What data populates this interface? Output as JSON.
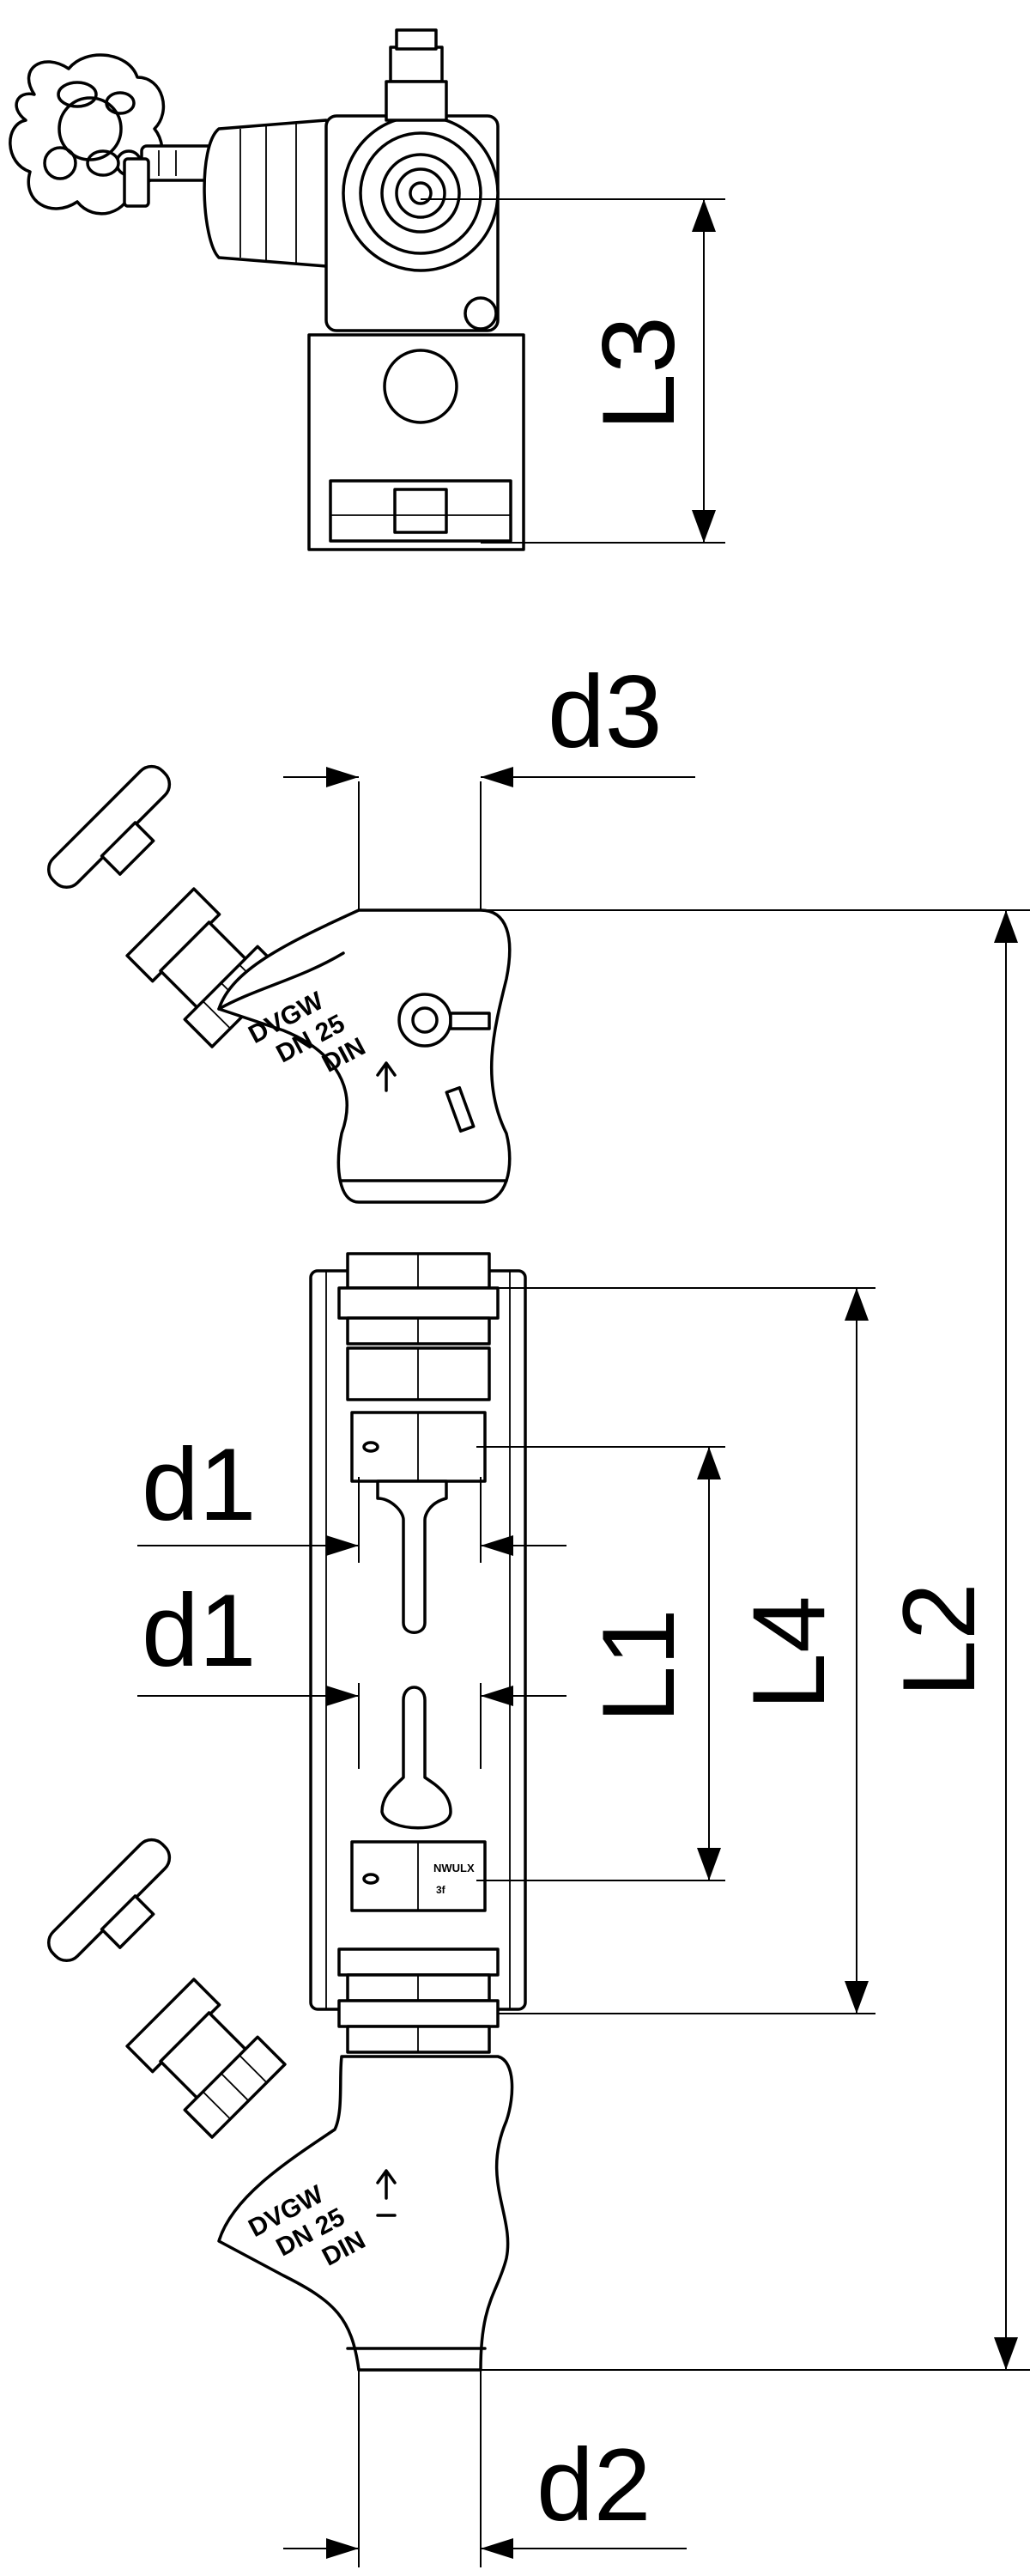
{
  "dimensions": {
    "L3": "L3",
    "d3": "d3",
    "d1_upper": "d1",
    "d1_lower": "d1",
    "L1": "L1",
    "L4": "L4",
    "L2": "L2",
    "d2": "d2"
  },
  "valve_upper": {
    "line1": "DVGW",
    "line2": "DN 25",
    "line3": "DIN"
  },
  "valve_lower": {
    "line1": "DVGW",
    "line2": "DN 25",
    "line3": "DIN"
  },
  "meter_label": "NWULX",
  "meter_sub": "3f"
}
